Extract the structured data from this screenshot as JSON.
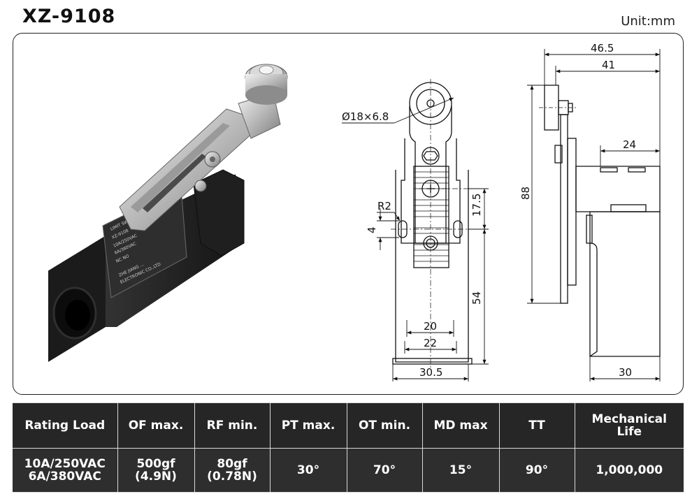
{
  "header": {
    "model": "XZ-9108",
    "unit": "Unit:mm"
  },
  "product_photo": {
    "label_lines": [
      "LIMIT SWITCH",
      "XZ-9108",
      "10A/250VAC",
      "6A/380VAC",
      "NC NO",
      "ZHE JIANG ...",
      "ELECTRONIC CO.,LTD"
    ]
  },
  "front_view": {
    "roller_dim": "Ø18×6.8",
    "r2": "R2",
    "d4": "4",
    "d17_5": "17.5",
    "d54": "54",
    "d20": "20",
    "d22": "22",
    "d30_5": "30.5"
  },
  "side_view": {
    "d46_5": "46.5",
    "d41": "41",
    "d88": "88",
    "d24": "24",
    "d30": "30"
  },
  "spec_table": {
    "headers": [
      "Rating Load",
      "OF max.",
      "RF min.",
      "PT max.",
      "OT min.",
      "MD max",
      "TT",
      "Mechanical Life"
    ],
    "row": [
      [
        "10A/250VAC",
        "6A/380VAC"
      ],
      [
        "500gf",
        "(4.9N)"
      ],
      [
        "80gf",
        "(0.78N)"
      ],
      [
        "30°"
      ],
      [
        "70°"
      ],
      [
        "15°"
      ],
      [
        "90°"
      ],
      [
        "1,000,000"
      ]
    ]
  },
  "colors": {
    "table_bg": "#2b2b2b",
    "table_text": "#ffffff",
    "body_black": "#1d1d1d",
    "metal": "#c8c8c8"
  }
}
